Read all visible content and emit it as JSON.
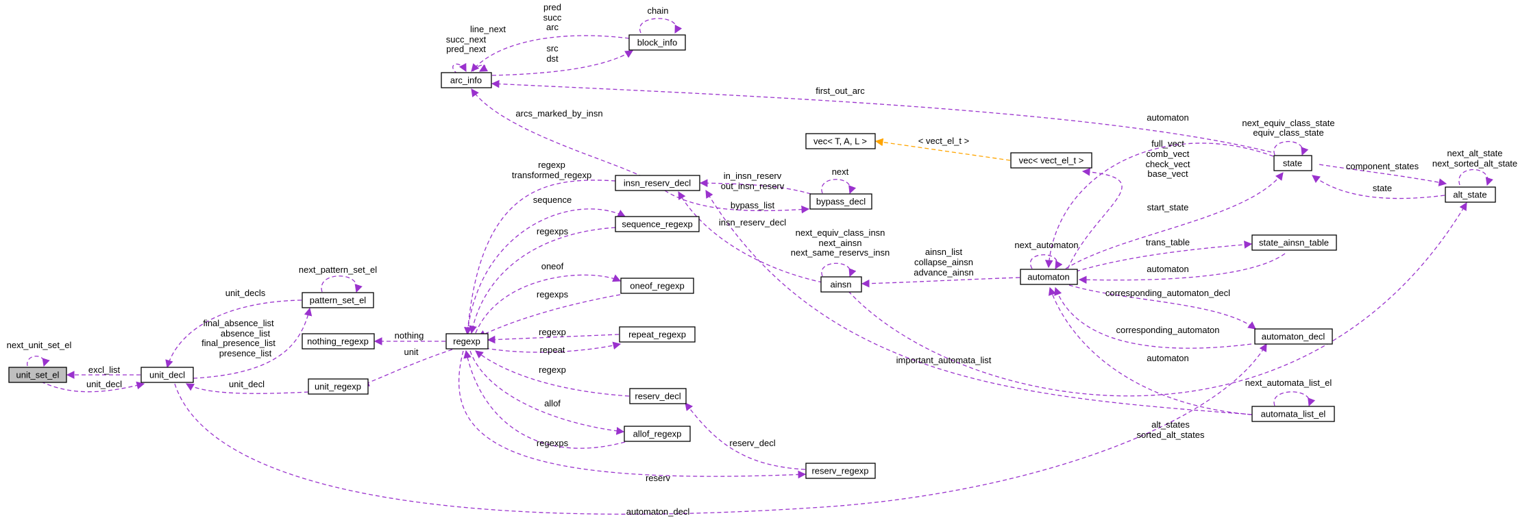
{
  "nodes": {
    "unit_set_el": "unit_set_el",
    "unit_decl": "unit_decl",
    "pattern_set_el": "pattern_set_el",
    "nothing_regexp": "nothing_regexp",
    "unit_regexp": "unit_regexp",
    "regexp": "regexp",
    "arc_info": "arc_info",
    "block_info": "block_info",
    "insn_reserv_decl": "insn_reserv_decl",
    "sequence_regexp": "sequence_regexp",
    "oneof_regexp": "oneof_regexp",
    "repeat_regexp": "repeat_regexp",
    "reserv_decl": "reserv_decl",
    "allof_regexp": "allof_regexp",
    "reserv_regexp": "reserv_regexp",
    "vec_tal": "vec< T, A, L >",
    "vec_vect": "vec< vect_el_t >",
    "bypass_decl": "bypass_decl",
    "ainsn": "ainsn",
    "automaton": "automaton",
    "state": "state",
    "alt_state": "alt_state",
    "state_ainsn_table": "state_ainsn_table",
    "automaton_decl": "automaton_decl",
    "automata_list_el": "automata_list_el"
  },
  "labels": {
    "next_unit_set_el": "next_unit_set_el",
    "excl_list": "excl_list",
    "unit_decl_a": "unit_decl",
    "unit_decls": "unit_decls",
    "final_absence_list": "final_absence_list",
    "absence_list": "absence_list",
    "final_presence_list": "final_presence_list",
    "presence_list": "presence_list",
    "next_pattern_set_el": "next_pattern_set_el",
    "unit_decl_b": "unit_decl",
    "nothing": "nothing",
    "unit": "unit",
    "line_next": "line_next",
    "succ_next": "succ_next",
    "pred_next": "pred_next",
    "pred": "pred",
    "succ": "succ",
    "arc": "arc",
    "chain": "chain",
    "src": "src",
    "dst": "dst",
    "first_out_arc": "first_out_arc",
    "arcs_marked_by_insn": "arcs_marked_by_insn",
    "regexp_l": "regexp",
    "transformed_regexp": "transformed_regexp",
    "sequence": "sequence",
    "regexps_1": "regexps",
    "oneof": "oneof",
    "regexps_2": "regexps",
    "regexp_2": "regexp",
    "repeat": "repeat",
    "regexp_3": "regexp",
    "allof": "allof",
    "regexps_3": "regexps",
    "reserv": "reserv",
    "reserv_decl_l": "reserv_decl",
    "vect_el_t": "< vect_el_t >",
    "in_insn_reserv": "in_insn_reserv",
    "out_insn_reserv": "out_insn_reserv",
    "next": "next",
    "bypass_list": "bypass_list",
    "insn_reserv_decl_l": "insn_reserv_decl",
    "next_equiv_class_insn": "next_equiv_class_insn",
    "next_ainsn": "next_ainsn",
    "next_same_reservs_insn": "next_same_reservs_insn",
    "ainsn_list": "ainsn_list",
    "collapse_ainsn": "collapse_ainsn",
    "advance_ainsn": "advance_ainsn",
    "automaton_l1": "automaton",
    "full_vect": "full_vect",
    "comb_vect": "comb_vect",
    "check_vect": "check_vect",
    "base_vect": "base_vect",
    "next_equiv_class_state": "next_equiv_class_state",
    "equiv_class_state": "equiv_class_state",
    "component_states": "component_states",
    "next_alt_state": "next_alt_state",
    "next_sorted_alt_state": "next_sorted_alt_state",
    "state_l": "state",
    "start_state": "start_state",
    "next_automaton": "next_automaton",
    "trans_table": "trans_table",
    "automaton_l2": "automaton",
    "corresponding_automaton_decl": "corresponding_automaton_decl",
    "corresponding_automaton": "corresponding_automaton",
    "automaton_l3": "automaton",
    "important_automata_list": "important_automata_list",
    "next_automata_list_el": "next_automata_list_el",
    "alt_states": "alt_states",
    "sorted_alt_states": "sorted_alt_states",
    "automaton_decl_l": "automaton_decl"
  },
  "colors": {
    "edge": "#9a32cd",
    "inheritance": "#ffa500",
    "highlight": "#bfbfbf"
  }
}
